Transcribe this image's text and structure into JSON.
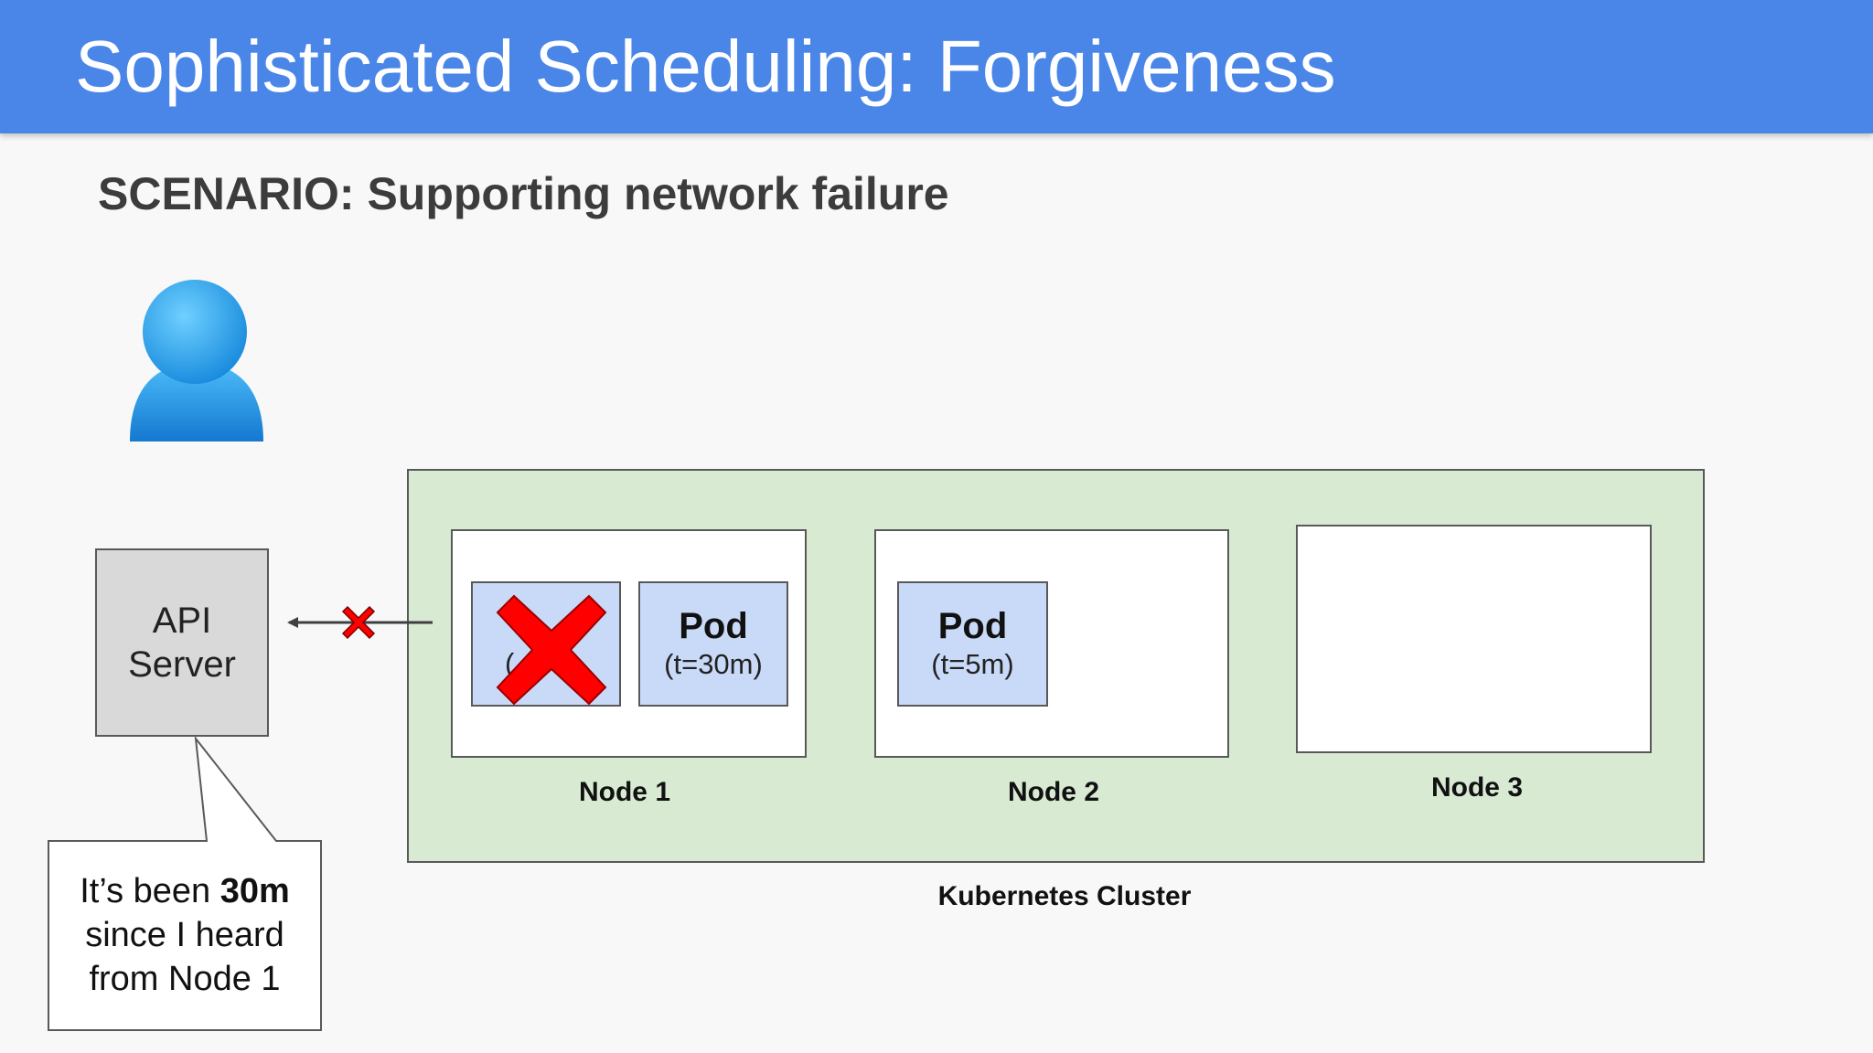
{
  "header": {
    "title": "Sophisticated Scheduling: Forgiveness"
  },
  "scenario": {
    "text": "SCENARIO: Supporting network failure"
  },
  "api_server": {
    "line1": "API",
    "line2": "Server"
  },
  "callout": {
    "line1_pre": "It’s been ",
    "line1_bold": "30m",
    "line2": "since I heard",
    "line3": "from Node 1"
  },
  "cluster": {
    "label": "Kubernetes Cluster",
    "nodes": [
      {
        "label": "Node 1",
        "pods": [
          {
            "title": "Pod",
            "sub": "(t=30m)"
          }
        ],
        "failed_pod_fragment": "("
      },
      {
        "label": "Node 2",
        "pods": [
          {
            "title": "Pod",
            "sub": "(t=5m)"
          }
        ]
      },
      {
        "label": "Node 3",
        "pods": []
      }
    ]
  },
  "colors": {
    "header_bg": "#4a86e8",
    "cluster_bg": "#d9ead3",
    "pod_bg": "#c9daf8",
    "api_bg": "#d9d9d9",
    "fail_red": "#ff0000",
    "user_blue": "#1e9be8"
  },
  "icons": [
    "user-icon",
    "cross-fail-icon",
    "broken-link-icon"
  ]
}
